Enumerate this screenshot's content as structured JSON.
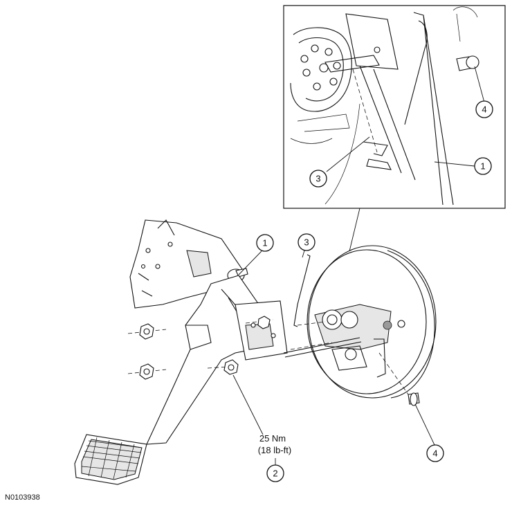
{
  "figure_id": "N0103938",
  "torque_spec": {
    "metric": "25 Nm",
    "imperial": "(18 lb-ft)"
  },
  "callouts": {
    "inset_4": "4",
    "inset_1": "1",
    "inset_3": "3",
    "main_1": "1",
    "main_3": "3",
    "main_2": "2",
    "main_4": "4"
  }
}
